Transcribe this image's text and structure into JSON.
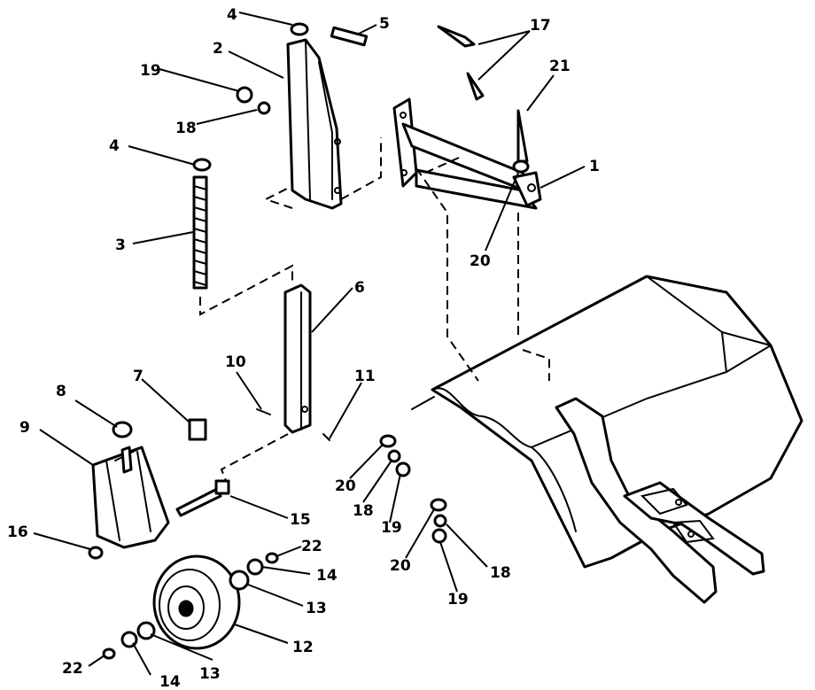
{
  "callouts": {
    "c1": "1",
    "c2": "2",
    "c3": "3",
    "c4a": "4",
    "c4b": "4",
    "c5": "5",
    "c6": "6",
    "c7": "7",
    "c8": "8",
    "c9": "9",
    "c10": "10",
    "c11": "11",
    "c12": "12",
    "c13a": "13",
    "c13b": "13",
    "c14a": "14",
    "c14b": "14",
    "c15": "15",
    "c16": "16",
    "c17": "17",
    "c18a": "18",
    "c18b": "18",
    "c18c": "18",
    "c19a": "19",
    "c19b": "19",
    "c19c": "19",
    "c20a": "20",
    "c20b": "20",
    "c20c": "20",
    "c21": "21",
    "c22a": "22",
    "c22b": "22"
  }
}
